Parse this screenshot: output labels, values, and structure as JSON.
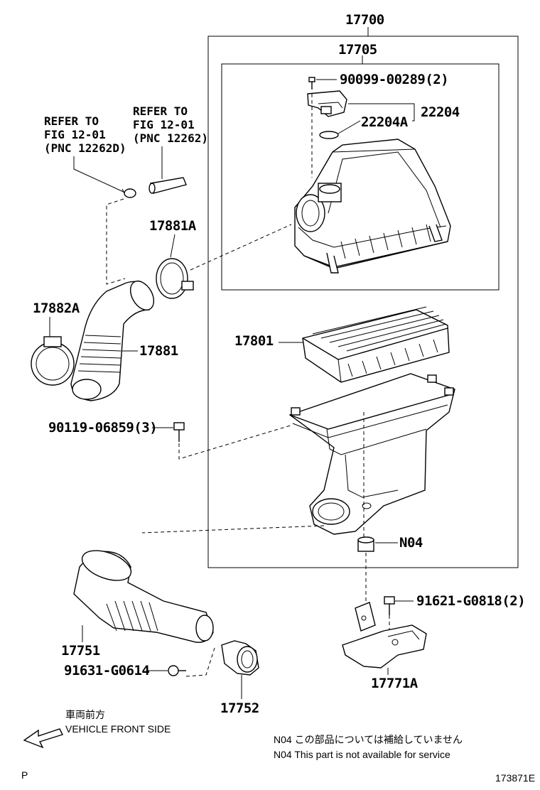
{
  "labels": {
    "assy_17700": "17700",
    "assy_17705": "17705",
    "screw_90099": "90099-00289(2)",
    "sensor_22204": "22204",
    "gasket_22204A": "22204A",
    "ref1_line1": "REFER TO",
    "ref1_line2": "FIG 12-01",
    "ref1_line3": "(PNC 12262D)",
    "ref2_line1": "REFER TO",
    "ref2_line2": "FIG 12-01",
    "ref2_line3": "(PNC 12262)",
    "clamp_17881A": "17881A",
    "clamp_17882A": "17882A",
    "hose_17881": "17881",
    "element_17801": "17801",
    "bolt_90119": "90119-06859(3)",
    "grommet_N04": "N04",
    "bolt_91621": "91621-G0818(2)",
    "bracket_17771A": "17771A",
    "duct_17751": "17751",
    "screw_91631": "91631-G0614",
    "resonator_17752": "17752",
    "front_jp": "車両前方",
    "front_en": "VEHICLE FRONT SIDE",
    "note_jp": "N04  この部品については補給していません",
    "note_en": "N04  This part is not available for service",
    "corner_p": "P",
    "fig_code": "173871E"
  }
}
